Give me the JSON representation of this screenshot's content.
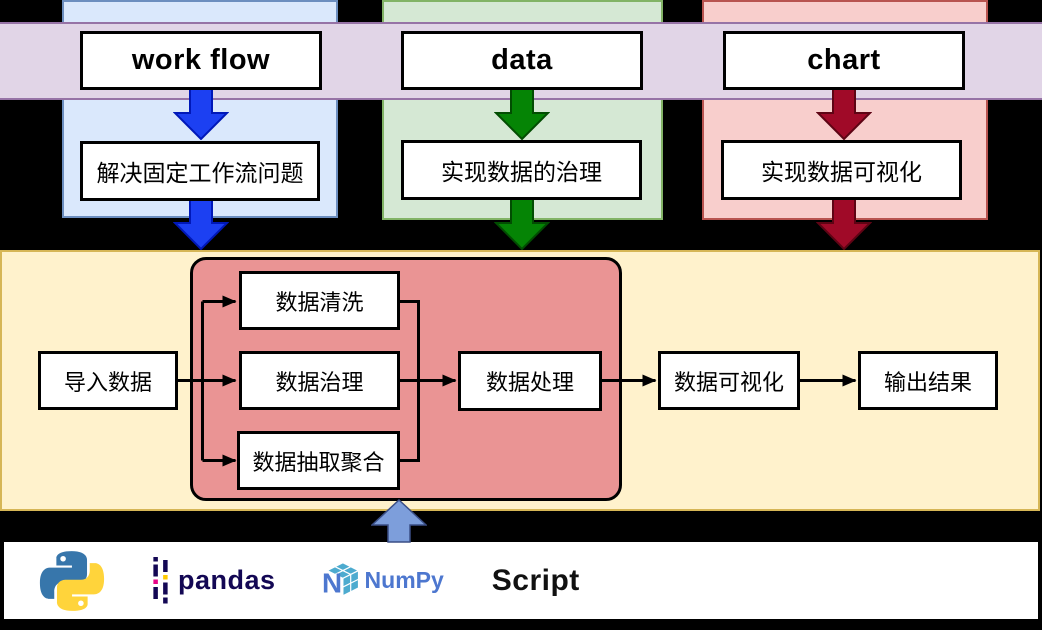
{
  "banner": {
    "columns": [
      {
        "title": "work flow",
        "description": "解决固定工作流问题"
      },
      {
        "title": "data",
        "description": "实现数据的治理"
      },
      {
        "title": "chart",
        "description": "实现数据可视化"
      }
    ]
  },
  "pipeline": {
    "import_node": "导入数据",
    "clean_node": "数据清洗",
    "govern_node": "数据治理",
    "extract_node": "数据抽取聚合",
    "process_node": "数据处理",
    "visualize_node": "数据可视化",
    "output_node": "输出结果"
  },
  "footer": {
    "pandas_label": "pandas",
    "numpy_label": "NumPy",
    "script_label": "Script"
  },
  "icons": {
    "python_icon": "python-logo",
    "pandas_icon": "pandas-logo",
    "numpy_icon": "numpy-cube-logo",
    "down_arrows": "thick-down-arrow",
    "up_arrow": "thick-up-arrow"
  },
  "colors": {
    "page_bg": "#000000",
    "panel_blue_fill": "#DAE8FC",
    "panel_blue_border": "#6C8EBF",
    "panel_green_fill": "#D5E8D4",
    "panel_green_border": "#82B366",
    "panel_red_fill": "#F8CECC",
    "panel_red_border": "#B85450",
    "banner_fill": "#E1D5E7",
    "banner_border": "#9673A6",
    "section_yellow_fill": "#FFF2CC",
    "section_yellow_border": "#D6B656",
    "pink_group_fill": "#EA9494",
    "node_fill": "#FFFFFF",
    "node_border": "#000000",
    "connector": "#000000",
    "arrow_blue": "#1C40F2",
    "arrow_blue_edge": "#0018B8",
    "arrow_green": "#058405",
    "arrow_green_edge": "#024D02",
    "arrow_red": "#A00A28",
    "arrow_red_edge": "#5E0414",
    "arrow_up_fill": "#7D9EDB",
    "arrow_up_edge": "#3A4E86",
    "footer_bg": "#FFFFFF",
    "script_text": "#111111",
    "pandas_navy": "#130754",
    "pandas_pink": "#E70488",
    "pandas_yellow": "#FFCA00",
    "numpy_blue": "#4D77CF",
    "numpy_light": "#4DABCF",
    "python_blue": "#3776AB",
    "python_yellow": "#FFD43B"
  }
}
